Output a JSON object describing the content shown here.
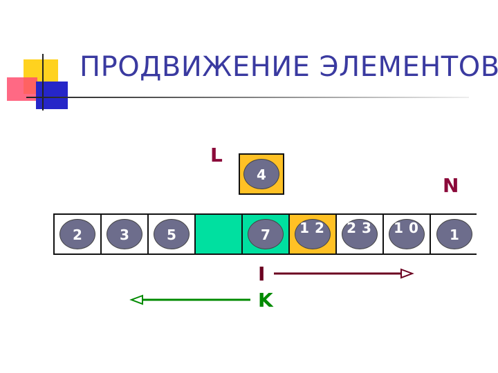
{
  "title": "ПРОДВИЖЕНИЕ ЭЛЕМЕНТОВ",
  "labels": {
    "L": "L",
    "N": "N",
    "I": "I",
    "K": "K"
  },
  "top_element": "4",
  "array": [
    {
      "value": "2",
      "fill": "#ffffff"
    },
    {
      "value": "3",
      "fill": "#ffffff"
    },
    {
      "value": "5",
      "fill": "#ffffff"
    },
    {
      "value": "",
      "fill": "#00e0a0"
    },
    {
      "value": "7",
      "fill": "#00e0a0"
    },
    {
      "value": "12",
      "fill": "#ffc125"
    },
    {
      "value": "23",
      "fill": "#ffffff"
    },
    {
      "value": "10",
      "fill": "#ffffff"
    },
    {
      "value": "1",
      "fill": "#ffffff"
    }
  ],
  "colors": {
    "title": "#3a3aa0",
    "label_L_N": "#8b0a3a",
    "arrow_I": "#6b0020",
    "arrow_K": "#008a00",
    "circle": "#6d6d8c"
  }
}
